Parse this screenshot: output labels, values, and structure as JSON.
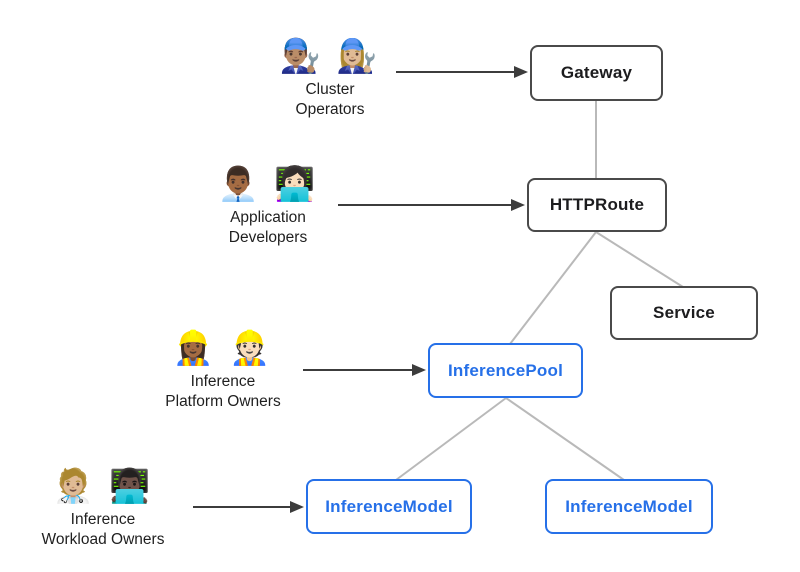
{
  "actors": [
    {
      "id": "cluster-operators",
      "emoji": "👨🏽‍🔧 👩🏼‍🔧",
      "label": "Cluster\nOperators"
    },
    {
      "id": "application-developers",
      "emoji": "👨🏾‍💼 👩🏻‍💻",
      "label": "Application\nDevelopers"
    },
    {
      "id": "inference-platform-owners",
      "emoji": "👷🏾‍♀️ 👷🏻",
      "label": "Inference\nPlatform Owners"
    },
    {
      "id": "inference-workload-owners",
      "emoji": "🧑🏼‍⚕️ 👨🏿‍💻",
      "label": "Inference\nWorkload Owners"
    }
  ],
  "nodes": {
    "gateway": "Gateway",
    "httproute": "HTTPRoute",
    "service": "Service",
    "inference_pool": "InferencePool",
    "inference_model_left": "InferenceModel",
    "inference_model_right": "InferenceModel"
  },
  "edges": [
    {
      "from": "Gateway",
      "to": "HTTPRoute"
    },
    {
      "from": "HTTPRoute",
      "to": "InferencePool"
    },
    {
      "from": "HTTPRoute",
      "to": "Service"
    },
    {
      "from": "InferencePool",
      "to": "InferenceModel (left)"
    },
    {
      "from": "InferencePool",
      "to": "InferenceModel (right)"
    }
  ],
  "actor_arrows": [
    {
      "from": "Cluster Operators",
      "to": "Gateway"
    },
    {
      "from": "Application Developers",
      "to": "HTTPRoute"
    },
    {
      "from": "Inference Platform Owners",
      "to": "InferencePool"
    },
    {
      "from": "Inference Workload Owners",
      "to": "InferenceModel (left)"
    }
  ],
  "colors": {
    "core_border": "#4a4a4a",
    "core_text": "#1c1c1e",
    "extension_blue": "#2670e8",
    "edge_gray": "#b9b9b9",
    "arrow_dark": "#3c3c3c",
    "background": "#ffffff"
  }
}
